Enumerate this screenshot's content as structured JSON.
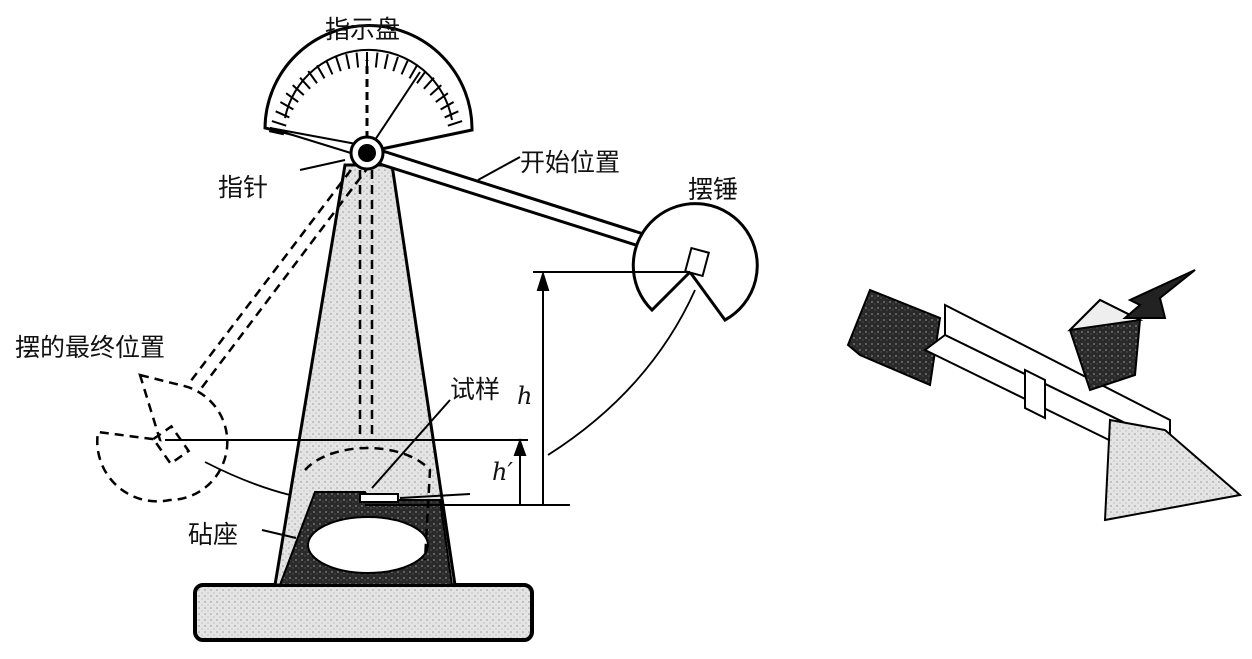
{
  "labels": {
    "dial": "指示盘",
    "pointer": "指针",
    "start_position": "开始位置",
    "hammer": "摆锤",
    "final_position": "摆的最终位置",
    "specimen": "试样",
    "h": "h",
    "h_prime": "h′",
    "anvil": "砧座"
  }
}
